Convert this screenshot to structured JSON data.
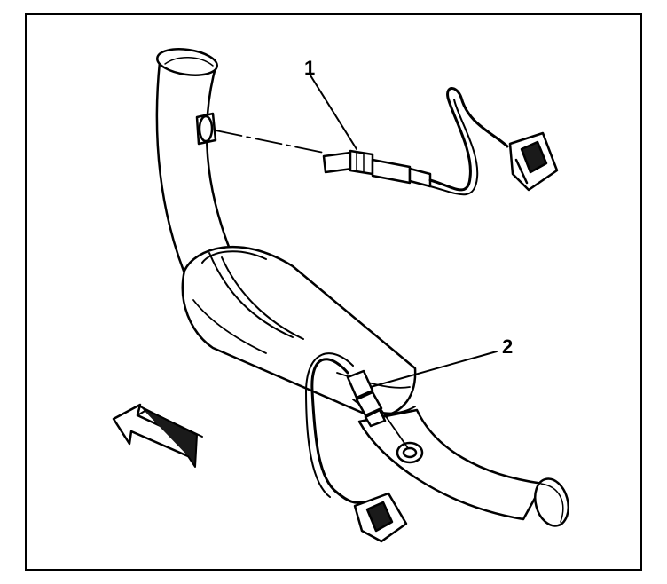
{
  "diagram": {
    "callouts": [
      {
        "id": "1",
        "label": "1"
      },
      {
        "id": "2",
        "label": "2"
      }
    ],
    "colors": {
      "ink": "#000000",
      "paper": "#ffffff",
      "shade": "#1a1a1a"
    },
    "icons": [
      "flow-direction-arrow-icon",
      "connector-plug-icon"
    ]
  }
}
